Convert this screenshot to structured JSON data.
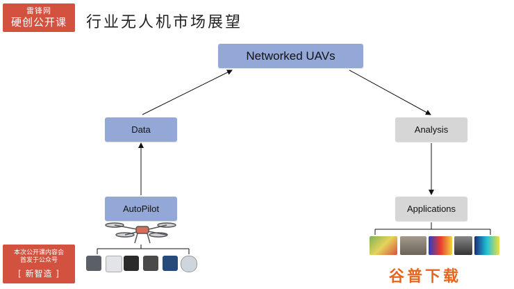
{
  "brand": {
    "line1": "雷锋网",
    "line2": "硬创公开课"
  },
  "page_title": "行业无人机市场展望",
  "nodes": {
    "networked_uavs": "Networked UAVs",
    "data": "Data",
    "analysis": "Analysis",
    "autopilot": "AutoPilot",
    "applications": "Applications"
  },
  "promo": {
    "line1": "本次公开课内容会",
    "line2": "首发于公众号",
    "line3": "[ 新智造 ]"
  },
  "watermark": "谷普下载",
  "colors": {
    "node_blue": "#94a8d8",
    "node_gray": "#d6d6d6",
    "brand_red": "#d2523f",
    "watermark_orange": "#e8641e"
  }
}
